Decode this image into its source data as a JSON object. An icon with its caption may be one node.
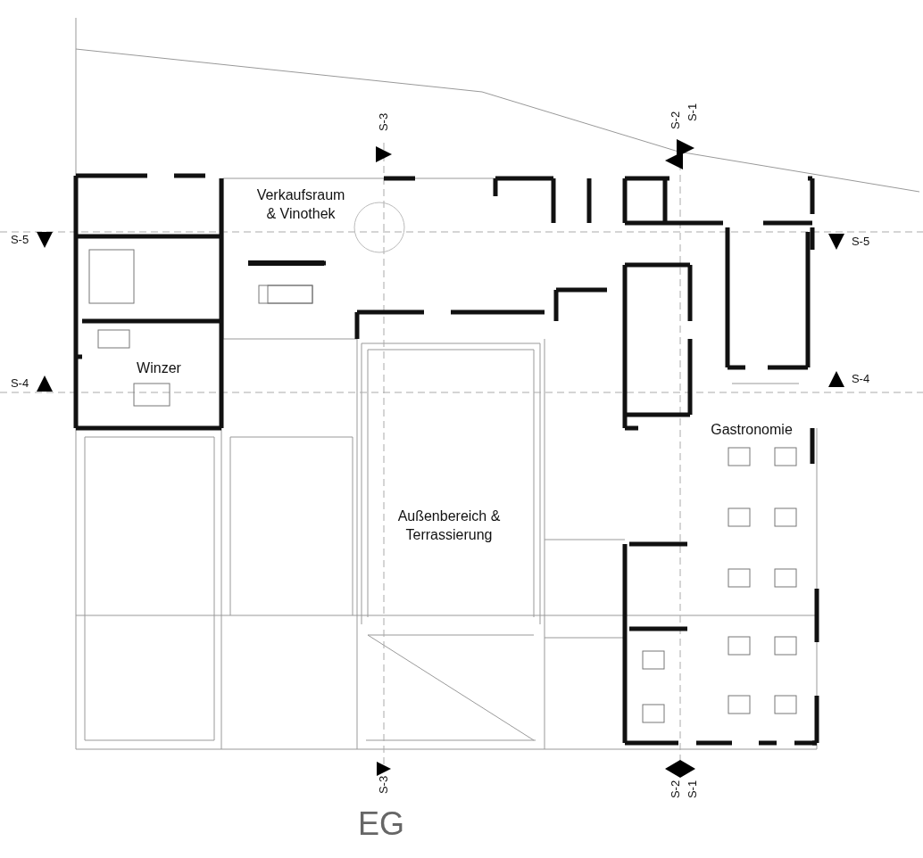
{
  "diagram": {
    "title": "EG",
    "labels": [
      "S-3",
      "S-2",
      "S-1",
      "Verkaufsraum & Vinothek",
      "S-5",
      "S-5",
      "Winzer",
      "S-4",
      "S-4",
      "Gastronomie",
      "Außenbereich & Terrassierung",
      "S-3",
      "S-2",
      "S-1"
    ]
  }
}
